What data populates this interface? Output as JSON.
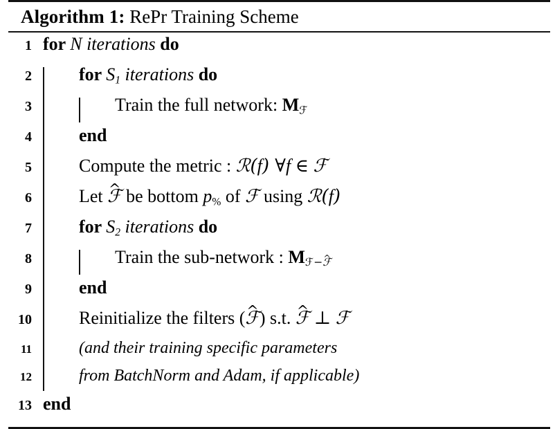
{
  "caption": {
    "strong": "Algorithm 1:",
    "rest": " RePr Training Scheme"
  },
  "symbols": {
    "calF": "ℱ",
    "calR": "ℛ",
    "hat": "̂",
    "forall": "∀",
    "isin": "∈",
    "perp": "⊥",
    "minus": "−"
  },
  "lines": [
    {
      "no": "1",
      "indent": 0,
      "parts": [
        {
          "text": "for ",
          "style": "kw"
        },
        {
          "text": "N",
          "style": "mathit"
        },
        {
          "text": " ",
          "style": "plain"
        },
        {
          "text": "iterations",
          "style": "it"
        },
        {
          "text": " ",
          "style": "plain"
        },
        {
          "text": "do",
          "style": "kw"
        }
      ]
    },
    {
      "no": "2",
      "indent": 1,
      "parts": [
        {
          "text": "for ",
          "style": "kw"
        },
        {
          "text": "S",
          "style": "mathit"
        },
        {
          "text": "1",
          "style": "sub"
        },
        {
          "text": " ",
          "style": "plain"
        },
        {
          "text": "iterations",
          "style": "it"
        },
        {
          "text": " ",
          "style": "plain"
        },
        {
          "text": "do",
          "style": "kw"
        }
      ]
    },
    {
      "no": "3",
      "indent": 2,
      "parts": [
        {
          "text": "Train the full network: ",
          "style": "plain"
        },
        {
          "text": "M",
          "style": "bfm"
        },
        {
          "text": "ℱ",
          "style": "sub-cal"
        }
      ]
    },
    {
      "no": "4",
      "indent": 1,
      "parts": [
        {
          "text": "end",
          "style": "kw"
        }
      ]
    },
    {
      "no": "5",
      "indent": 1,
      "parts": [
        {
          "text": "Compute the metric : ",
          "style": "plain"
        },
        {
          "text": "ℛ(",
          "style": "cal"
        },
        {
          "text": "f",
          "style": "mathit"
        },
        {
          "text": ") ",
          "style": "cal"
        },
        {
          "text": "∀",
          "style": "plain"
        },
        {
          "text": "f",
          "style": "mathit"
        },
        {
          "text": " ∈ ",
          "style": "plain"
        },
        {
          "text": "ℱ",
          "style": "cal"
        }
      ]
    },
    {
      "no": "6",
      "indent": 1,
      "parts": [
        {
          "text": "Let ",
          "style": "plain"
        },
        {
          "text": "ℱ",
          "style": "cal-hat"
        },
        {
          "text": " be bottom ",
          "style": "plain"
        },
        {
          "text": "p",
          "style": "mathit"
        },
        {
          "text": "%",
          "style": "sub-plain"
        },
        {
          "text": " of ",
          "style": "plain"
        },
        {
          "text": "ℱ",
          "style": "cal"
        },
        {
          "text": " using ",
          "style": "plain"
        },
        {
          "text": "ℛ(",
          "style": "cal"
        },
        {
          "text": "f",
          "style": "mathit"
        },
        {
          "text": ")",
          "style": "cal"
        }
      ]
    },
    {
      "no": "7",
      "indent": 1,
      "parts": [
        {
          "text": "for ",
          "style": "kw"
        },
        {
          "text": "S",
          "style": "mathit"
        },
        {
          "text": "2",
          "style": "sub"
        },
        {
          "text": " ",
          "style": "plain"
        },
        {
          "text": "iterations",
          "style": "it"
        },
        {
          "text": " ",
          "style": "plain"
        },
        {
          "text": "do",
          "style": "kw"
        }
      ]
    },
    {
      "no": "8",
      "indent": 2,
      "parts": [
        {
          "text": "Train the sub-network : ",
          "style": "plain"
        },
        {
          "text": "M",
          "style": "bfm"
        },
        {
          "text": "ℱ−ℱ̂",
          "style": "sub-cal-diff"
        }
      ]
    },
    {
      "no": "9",
      "indent": 1,
      "parts": [
        {
          "text": "end",
          "style": "kw"
        }
      ]
    },
    {
      "no": "10",
      "indent": 1,
      "parts": [
        {
          "text": "Reinitialize the filters (",
          "style": "plain"
        },
        {
          "text": "ℱ",
          "style": "cal-hat"
        },
        {
          "text": ") s.t. ",
          "style": "plain"
        },
        {
          "text": "ℱ",
          "style": "cal-hat"
        },
        {
          "text": " ⊥ ",
          "style": "plain"
        },
        {
          "text": "ℱ",
          "style": "cal"
        }
      ]
    },
    {
      "no": "11",
      "indent": 1,
      "small_no": true,
      "italic_line": true,
      "parts": [
        {
          "text": "(and their training specific parameters",
          "style": "it"
        }
      ]
    },
    {
      "no": "12",
      "indent": 1,
      "small_no": true,
      "italic_line": true,
      "parts": [
        {
          "text": "from BatchNorm and Adam, if applicable)",
          "style": "it"
        }
      ]
    },
    {
      "no": "13",
      "indent": 0,
      "parts": [
        {
          "text": "end",
          "style": "kw"
        }
      ]
    }
  ]
}
